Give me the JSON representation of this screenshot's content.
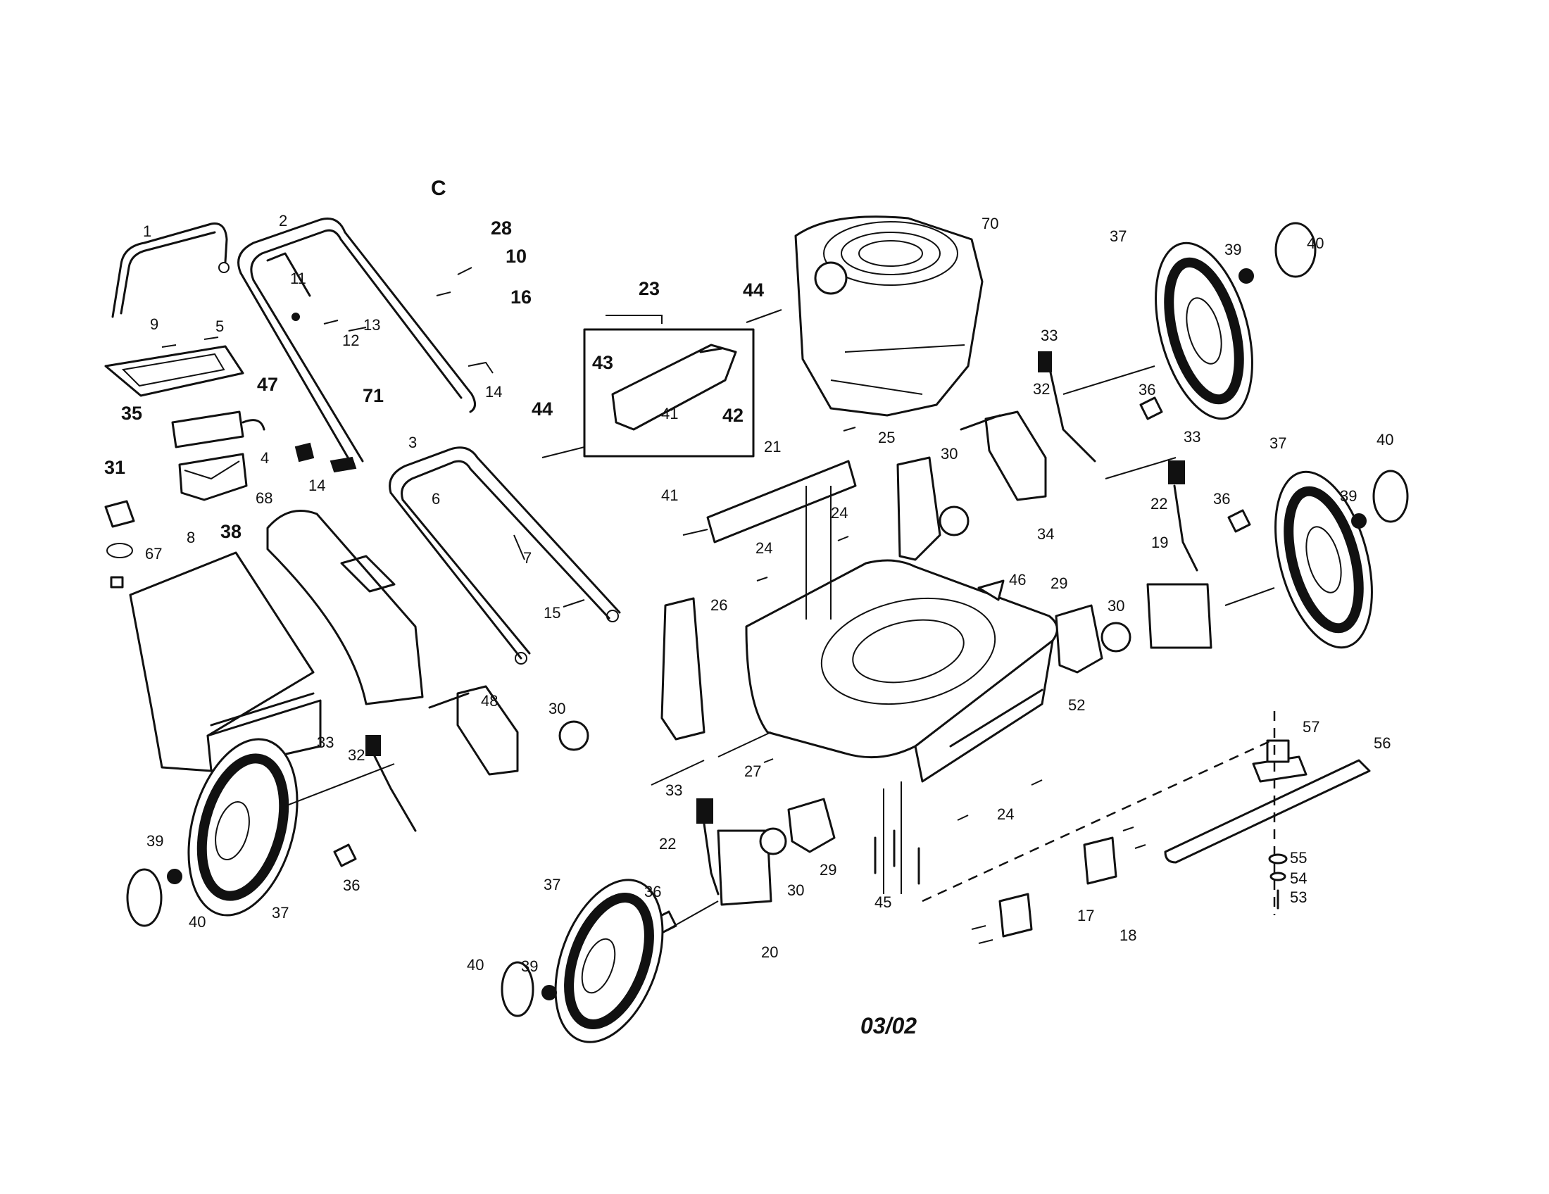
{
  "diagram": {
    "section_letter": "C",
    "date_code": "03/02",
    "callouts": [
      {
        "id": "c1",
        "text": "1"
      },
      {
        "id": "c2",
        "text": "2"
      },
      {
        "id": "c3",
        "text": "3"
      },
      {
        "id": "c4",
        "text": "4"
      },
      {
        "id": "c5",
        "text": "5"
      },
      {
        "id": "c6",
        "text": "6"
      },
      {
        "id": "c7",
        "text": "7"
      },
      {
        "id": "c8",
        "text": "8"
      },
      {
        "id": "c9",
        "text": "9"
      },
      {
        "id": "c10",
        "text": "10"
      },
      {
        "id": "c11",
        "text": "11"
      },
      {
        "id": "c12",
        "text": "12"
      },
      {
        "id": "c13",
        "text": "13"
      },
      {
        "id": "c14a",
        "text": "14"
      },
      {
        "id": "c14b",
        "text": "14"
      },
      {
        "id": "c15",
        "text": "15"
      },
      {
        "id": "c16",
        "text": "16"
      },
      {
        "id": "c17",
        "text": "17"
      },
      {
        "id": "c18",
        "text": "18"
      },
      {
        "id": "c19",
        "text": "19"
      },
      {
        "id": "c20",
        "text": "20"
      },
      {
        "id": "c21",
        "text": "21"
      },
      {
        "id": "c22a",
        "text": "22"
      },
      {
        "id": "c22b",
        "text": "22"
      },
      {
        "id": "c23",
        "text": "23"
      },
      {
        "id": "c24a",
        "text": "24"
      },
      {
        "id": "c24b",
        "text": "24"
      },
      {
        "id": "c24c",
        "text": "24"
      },
      {
        "id": "c25",
        "text": "25"
      },
      {
        "id": "c26",
        "text": "26"
      },
      {
        "id": "c27",
        "text": "27"
      },
      {
        "id": "c28",
        "text": "28"
      },
      {
        "id": "c29a",
        "text": "29"
      },
      {
        "id": "c29b",
        "text": "29"
      },
      {
        "id": "c30a",
        "text": "30"
      },
      {
        "id": "c30b",
        "text": "30"
      },
      {
        "id": "c30c",
        "text": "30"
      },
      {
        "id": "c30d",
        "text": "30"
      },
      {
        "id": "c31",
        "text": "31"
      },
      {
        "id": "c32a",
        "text": "32"
      },
      {
        "id": "c32b",
        "text": "32"
      },
      {
        "id": "c33a",
        "text": "33"
      },
      {
        "id": "c33b",
        "text": "33"
      },
      {
        "id": "c33c",
        "text": "33"
      },
      {
        "id": "c33d",
        "text": "33"
      },
      {
        "id": "c34",
        "text": "34"
      },
      {
        "id": "c35",
        "text": "35"
      },
      {
        "id": "c36a",
        "text": "36"
      },
      {
        "id": "c36b",
        "text": "36"
      },
      {
        "id": "c36c",
        "text": "36"
      },
      {
        "id": "c36d",
        "text": "36"
      },
      {
        "id": "c37a",
        "text": "37"
      },
      {
        "id": "c37b",
        "text": "37"
      },
      {
        "id": "c37c",
        "text": "37"
      },
      {
        "id": "c37d",
        "text": "37"
      },
      {
        "id": "c38",
        "text": "38"
      },
      {
        "id": "c39a",
        "text": "39"
      },
      {
        "id": "c39b",
        "text": "39"
      },
      {
        "id": "c39c",
        "text": "39"
      },
      {
        "id": "c39d",
        "text": "39"
      },
      {
        "id": "c40a",
        "text": "40"
      },
      {
        "id": "c40b",
        "text": "40"
      },
      {
        "id": "c40c",
        "text": "40"
      },
      {
        "id": "c40d",
        "text": "40"
      },
      {
        "id": "c41a",
        "text": "41"
      },
      {
        "id": "c41b",
        "text": "41"
      },
      {
        "id": "c42",
        "text": "42"
      },
      {
        "id": "c43",
        "text": "43"
      },
      {
        "id": "c44a",
        "text": "44"
      },
      {
        "id": "c44b",
        "text": "44"
      },
      {
        "id": "c45",
        "text": "45"
      },
      {
        "id": "c46",
        "text": "46"
      },
      {
        "id": "c47",
        "text": "47"
      },
      {
        "id": "c48",
        "text": "48"
      },
      {
        "id": "c52",
        "text": "52"
      },
      {
        "id": "c53",
        "text": "53"
      },
      {
        "id": "c54",
        "text": "54"
      },
      {
        "id": "c55",
        "text": "55"
      },
      {
        "id": "c56",
        "text": "56"
      },
      {
        "id": "c57",
        "text": "57"
      },
      {
        "id": "c67",
        "text": "67"
      },
      {
        "id": "c68",
        "text": "68"
      },
      {
        "id": "c70",
        "text": "70"
      },
      {
        "id": "c71",
        "text": "71"
      }
    ]
  }
}
